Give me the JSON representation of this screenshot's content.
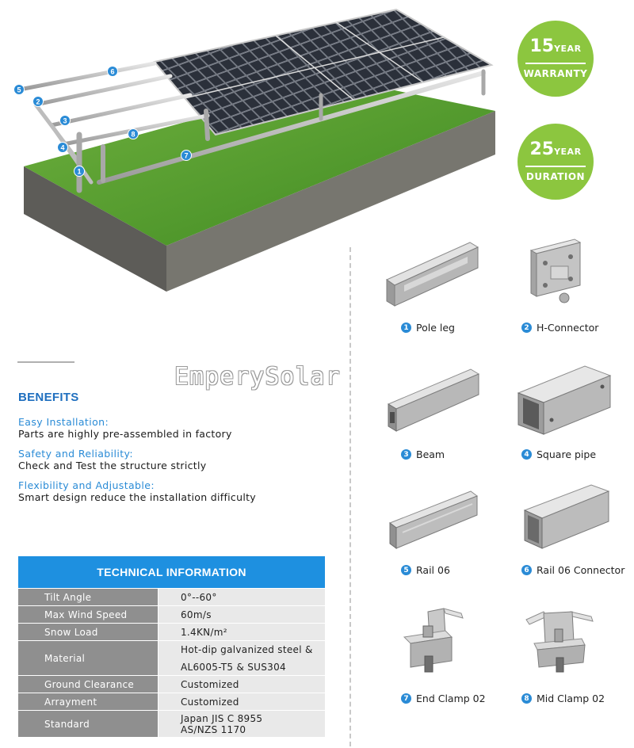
{
  "badges": {
    "warranty": {
      "number": "15",
      "unit": "YEAR",
      "label": "WARRANTY"
    },
    "duration": {
      "number": "25",
      "unit": "YEAR",
      "label": "DURATION"
    }
  },
  "callouts": [
    "1",
    "2",
    "3",
    "4",
    "5",
    "6",
    "7",
    "8"
  ],
  "watermark": "EmperySolar",
  "benefits": {
    "title": "BENEFITS",
    "items": [
      {
        "title": "Easy Installation:",
        "desc": "Parts are highly pre-assembled in factory"
      },
      {
        "title": "Safety and Reliability:",
        "desc": "Check and Test the structure strictly"
      },
      {
        "title": "Flexibility and Adjustable:",
        "desc": "Smart design reduce the installation difficulty"
      }
    ]
  },
  "tech": {
    "title": "TECHNICAL INFORMATION",
    "rows": [
      {
        "label": "Tilt Angle",
        "value": [
          "0°--60°"
        ]
      },
      {
        "label": "Max Wind Speed",
        "value": [
          "60m/s"
        ]
      },
      {
        "label": "Snow Load",
        "value": [
          "1.4KN/m²"
        ]
      },
      {
        "label": "Material",
        "value": [
          "Hot-dip galvanized steel &",
          "AL6005-T5 & SUS304"
        ]
      },
      {
        "label": "Ground Clearance",
        "value": [
          "Customized"
        ]
      },
      {
        "label": "Arrayment",
        "value": [
          "Customized"
        ]
      },
      {
        "label": "Standard",
        "value": [
          "Japan JIS C 8955",
          "AS/NZS  1170"
        ]
      }
    ]
  },
  "parts": [
    {
      "num": "1",
      "name": "Pole leg"
    },
    {
      "num": "2",
      "name": "H-Connector"
    },
    {
      "num": "3",
      "name": "Beam"
    },
    {
      "num": "4",
      "name": "Square pipe"
    },
    {
      "num": "5",
      "name": "Rail 06"
    },
    {
      "num": "6",
      "name": "Rail 06 Connector"
    },
    {
      "num": "7",
      "name": "End Clamp 02"
    },
    {
      "num": "8",
      "name": "Mid Clamp 02"
    }
  ],
  "colors": {
    "accent_blue": "#1e90e0",
    "badge_green": "#8cc63f",
    "grass": "#4f9a2c",
    "soil": "#6b6a66"
  }
}
